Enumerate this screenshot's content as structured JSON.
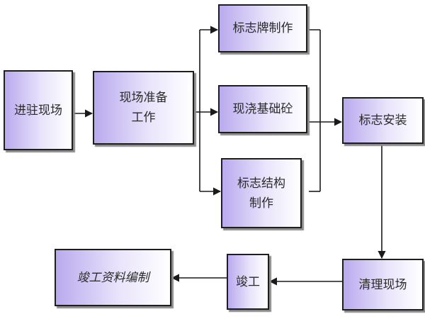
{
  "nodes": {
    "enter_site": {
      "lines": [
        "进驻现场"
      ]
    },
    "site_prep": {
      "lines": [
        "现场准备",
        "工作"
      ]
    },
    "sign_making": {
      "lines": [
        "标志牌制作"
      ]
    },
    "foundation": {
      "lines": [
        "现浇基础砼"
      ]
    },
    "structure": {
      "lines": [
        "标志结构",
        "制作"
      ]
    },
    "installation": {
      "lines": [
        "标志安装"
      ]
    },
    "site_cleanup": {
      "lines": [
        "清理现场"
      ]
    },
    "completion": {
      "lines": [
        "竣工"
      ]
    },
    "documents": {
      "lines": [
        "竣工资料编制"
      ]
    }
  },
  "colors": {
    "node_gradient_start": "#b9aaee",
    "node_gradient_end": "#ffffff",
    "border": "#1e1e1e",
    "line": "#1a1a1a"
  }
}
